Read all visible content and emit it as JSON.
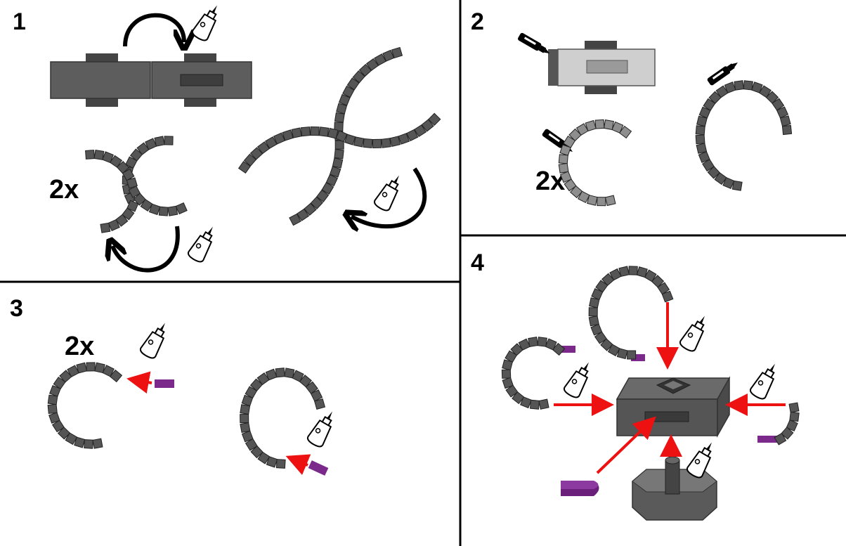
{
  "steps": [
    {
      "number": "1",
      "multiplier": "2x"
    },
    {
      "number": "2",
      "multiplier": "2x"
    },
    {
      "number": "3",
      "multiplier": "2x"
    },
    {
      "number": "4"
    }
  ],
  "colors": {
    "divider": "#000000",
    "segment_dark": "#555555",
    "segment_light": "#8e8e8e",
    "body_dark": "#5d5d5d",
    "body_light": "#cfcfcf",
    "pin_purple": "#7b2a8c",
    "arrow_red": "#ee1111",
    "arrow_black": "#000000"
  },
  "icons": [
    "glue-bottle-icon",
    "marker-pen-icon",
    "rotate-arrow-icon",
    "insert-arrow-icon"
  ]
}
